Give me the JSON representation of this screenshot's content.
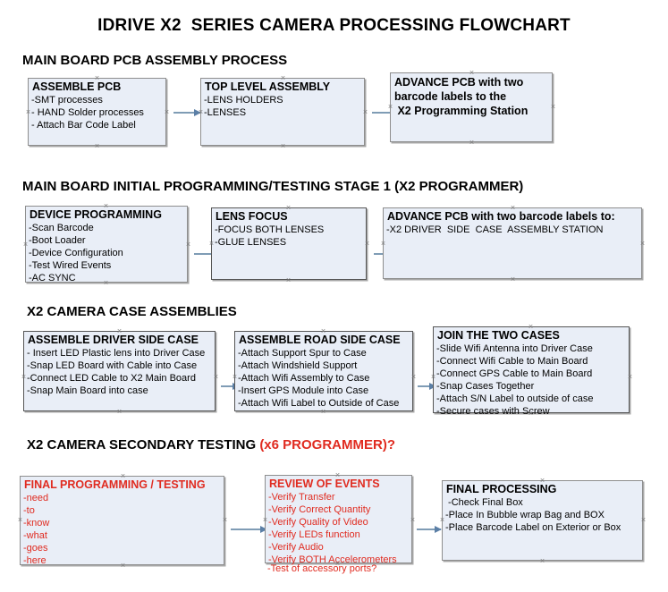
{
  "title": "IDRIVE X2  SERIES CAMERA PROCESSING FLOWCHART",
  "sections": [
    {
      "id": "pcb-assembly",
      "heading": "MAIN BOARD PCB ASSEMBLY PROCESS",
      "heading_note": "",
      "boxes": [
        {
          "id": "assemble-pcb",
          "title": "ASSEMBLE PCB",
          "lines": [
            "-SMT processes",
            "- HAND Solder processes",
            "- Attach Bar Code Label"
          ]
        },
        {
          "id": "top-level-assembly",
          "title": "TOP LEVEL ASSEMBLY",
          "lines": [
            "-LENS HOLDERS",
            "-LENSES"
          ]
        },
        {
          "id": "advance-pcb-programming-station",
          "title": "ADVANCE PCB with two\nbarcode labels to the\n X2 Programming Station",
          "lines": []
        }
      ]
    },
    {
      "id": "initial-programming",
      "heading": "MAIN BOARD INITIAL PROGRAMMING/TESTING STAGE 1 (X2 PROGRAMMER)",
      "heading_note": "",
      "boxes": [
        {
          "id": "device-programming",
          "title": "DEVICE PROGRAMMING",
          "lines": [
            "-Scan Barcode",
            "-Boot Loader",
            "-Device Configuration",
            "-Test Wired Events",
            "-AC SYNC"
          ]
        },
        {
          "id": "lens-focus",
          "title": "LENS FOCUS",
          "lines": [
            "-FOCUS BOTH LENSES",
            "-GLUE LENSES"
          ]
        },
        {
          "id": "advance-pcb-driver-side",
          "title": "ADVANCE PCB with two barcode labels to:",
          "lines": [
            "-X2 DRIVER  SIDE  CASE  ASSEMBLY STATION"
          ]
        }
      ]
    },
    {
      "id": "case-assemblies",
      "heading": "X2 CAMERA CASE ASSEMBLIES",
      "heading_note": "",
      "boxes": [
        {
          "id": "assemble-driver-side-case",
          "title": "ASSEMBLE DRIVER SIDE CASE",
          "lines": [
            "- Insert LED Plastic lens into Driver Case",
            "-Snap LED Board with Cable into Case",
            "-Connect LED Cable to X2 Main Board",
            "-Snap Main Board into case"
          ]
        },
        {
          "id": "assemble-road-side-case",
          "title": "ASSEMBLE ROAD SIDE CASE",
          "lines": [
            "-Attach Support Spur to Case",
            "-Attach Windshield Support",
            "-Attach Wifi Assembly to Case",
            "-Insert GPS Module into Case",
            "-Attach Wifi Label to Outside of Case"
          ]
        },
        {
          "id": "join-the-two-cases",
          "title": "JOIN THE TWO CASES",
          "lines": [
            "-Slide Wifi Antenna into Driver Case",
            "-Connect Wifi Cable to Main Board",
            "-Connect GPS Cable to Main Board",
            "-Snap Cases Together",
            "-Attach S/N Label to outside of case",
            "-Secure cases with Screw"
          ]
        }
      ]
    },
    {
      "id": "secondary-testing",
      "heading": "X2 CAMERA SECONDARY TESTING ",
      "heading_note": "(x6 PROGRAMMER)?",
      "boxes": [
        {
          "id": "final-programming-testing",
          "title": "FINAL PROGRAMMING / TESTING",
          "lines": [
            "-need",
            "-to",
            "-know",
            "-what",
            "-goes",
            "-here"
          ]
        },
        {
          "id": "review-of-events",
          "title": "REVIEW OF EVENTS",
          "lines": [
            "-Verify Transfer",
            "-Verify Correct Quantity",
            "-Verify Quality of Video",
            "-Verify LEDs function",
            "-Verify Audio",
            "-Verify BOTH Accelerometers"
          ],
          "overflow_line": "-Test of accessory ports?"
        },
        {
          "id": "final-processing",
          "title": "FINAL PROCESSING",
          "lines": [
            " -Check Final Box",
            "-Place In Bubble wrap Bag and BOX",
            "-Place Barcode Label on Exterior or Box"
          ]
        }
      ]
    }
  ],
  "colors": {
    "box_fill": "#e9eef7",
    "box_border": "#8e8e8e",
    "connector": "#7f9cb5",
    "red_text": "#e02b20",
    "text": "#000000"
  }
}
